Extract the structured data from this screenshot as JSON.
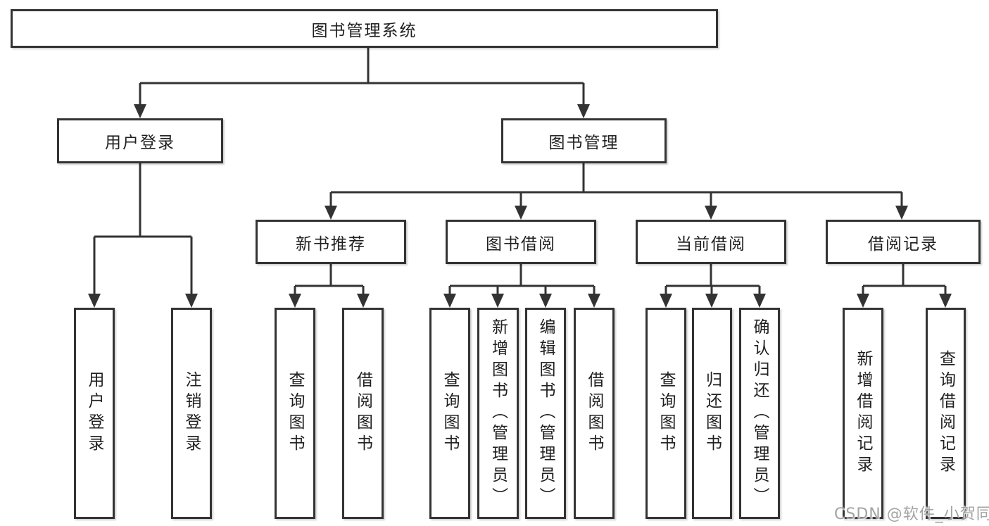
{
  "colors": {
    "line": "#333333",
    "box_border": "#333333",
    "text": "#1f1f1f",
    "background": "#ffffff",
    "watermark": "#a3a3a3"
  },
  "watermark": {
    "text": "CSDN @软件_小贺同学"
  },
  "tree": {
    "root": {
      "label": "图书管理系统"
    },
    "login": {
      "label": "用户登录",
      "children": [
        {
          "label": "用户登录"
        },
        {
          "label": "注销登录"
        }
      ]
    },
    "management": {
      "label": "图书管理",
      "modules": [
        {
          "label": "新书推荐",
          "children": [
            {
              "label": "查询图书"
            },
            {
              "label": "借阅图书"
            }
          ]
        },
        {
          "label": "图书借阅",
          "children": [
            {
              "label": "查询图书"
            },
            {
              "label": "新增图书（管理员）"
            },
            {
              "label": "编辑图书（管理员）"
            },
            {
              "label": "借阅图书"
            }
          ]
        },
        {
          "label": "当前借阅",
          "children": [
            {
              "label": "查询图书"
            },
            {
              "label": "归还图书"
            },
            {
              "label": "确认归还（管理员）"
            }
          ]
        },
        {
          "label": "借阅记录",
          "children": [
            {
              "label": "新增借阅记录"
            },
            {
              "label": "查询借阅记录"
            }
          ]
        }
      ]
    }
  }
}
